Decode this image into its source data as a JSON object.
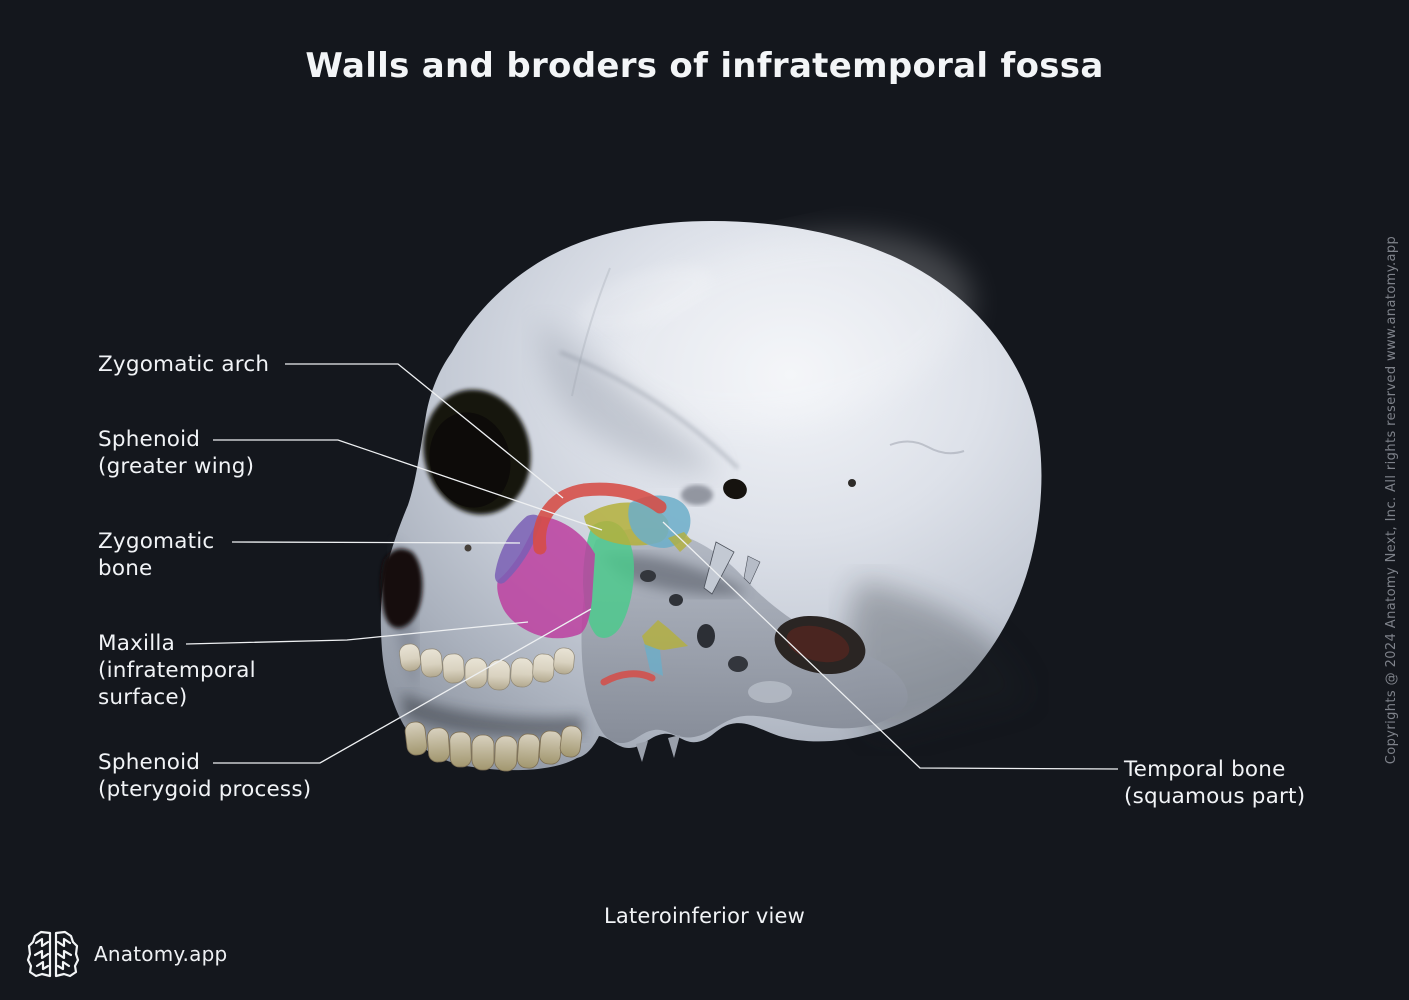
{
  "title": "Walls and broders of infratemporal fossa",
  "view_label": "Lateroinferior view",
  "copyright": "Copyrights @ 2024 Anatomy Next, Inc. All rights reserved www.anatomy.app",
  "brand": {
    "name": "Anatomy.app",
    "icon": "brain-icon"
  },
  "labels": {
    "zygomatic_arch": {
      "lines": [
        "Zygomatic arch"
      ]
    },
    "sphenoid_greater_wing": {
      "lines": [
        "Sphenoid",
        "(greater wing)"
      ]
    },
    "zygomatic_bone": {
      "lines": [
        "Zygomatic",
        "bone"
      ]
    },
    "maxilla": {
      "lines": [
        "Maxilla",
        "(infratemporal",
        "surface)"
      ]
    },
    "sphenoid_pterygoid": {
      "lines": [
        "Sphenoid",
        "(pterygoid process)"
      ]
    },
    "temporal_bone": {
      "lines": [
        "Temporal bone",
        "(squamous part)"
      ]
    }
  },
  "highlights": {
    "zygomatic_arch": "#d64c46",
    "zygomatic_bone": "#7a5fb5",
    "maxilla": "#bc3fa0",
    "sphenoid_greater_wing": "#b4b03c",
    "sphenoid_pterygoid": "#4dc98d",
    "temporal_bone_squamous": "#6caec9"
  },
  "colors": {
    "background": "#14171d",
    "label_text": "#f1f3f6",
    "leader_line": "#eef0f2",
    "watermark_text": "#7e828a"
  }
}
